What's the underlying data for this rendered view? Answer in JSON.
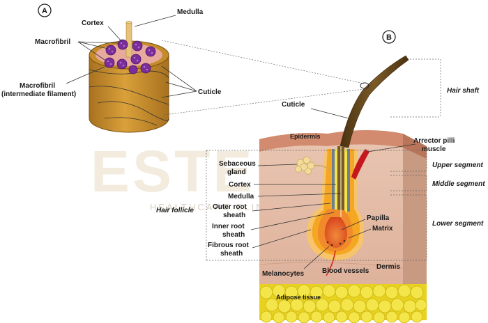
{
  "panel_a": {
    "letter": "A",
    "labels": {
      "medulla": "Medulla",
      "cortex": "Cortex",
      "macrofibril": "Macrofibril",
      "macrofibril_if_1": "Macrofibril",
      "macrofibril_if_2": "(intermediate filament)",
      "cuticle": "Cuticle"
    }
  },
  "panel_b": {
    "letter": "B",
    "labels": {
      "hair_shaft": "Hair shaft",
      "cuticle": "Cuticle",
      "epidermis": "Epidermis",
      "arrector_1": "Arrector pilli",
      "arrector_2": "muscle",
      "sebaceous_1": "Sebaceous",
      "sebaceous_2": "gland",
      "cortex": "Cortex",
      "medulla": "Medulla",
      "outer_root_1": "Outer root",
      "outer_root_2": "sheath",
      "inner_root_1": "Inner root",
      "inner_root_2": "sheath",
      "fibrous_root_1": "Fibrous root",
      "fibrous_root_2": "sheath",
      "papilla": "Papilla",
      "matrix": "Matrix",
      "melanocytes": "Melanocytes",
      "blood_vessels": "Blood vessels",
      "dermis": "Dermis",
      "adipose": "Adipose tissue",
      "hair_follicle": "Hair follicle",
      "upper_segment": "Upper segment",
      "middle_segment": "Middle segment",
      "lower_segment": "Lower segment"
    }
  },
  "watermark": {
    "main": "ESTEMON",
    "sub": "HEALTHCARE CLINIC"
  },
  "colors": {
    "cylinder": "#c9902e",
    "cylinder_dark": "#9a6a1c",
    "cortex_top": "#e6a79a",
    "macrofibril": "#7b2d9a",
    "shaft": "#6b4a1f",
    "skin": "#e8c4b0",
    "epidermis": "#d28b6e",
    "follicle_orange": "#f5a623",
    "papilla": "#e3562b",
    "adipose": "#f2e12b"
  }
}
